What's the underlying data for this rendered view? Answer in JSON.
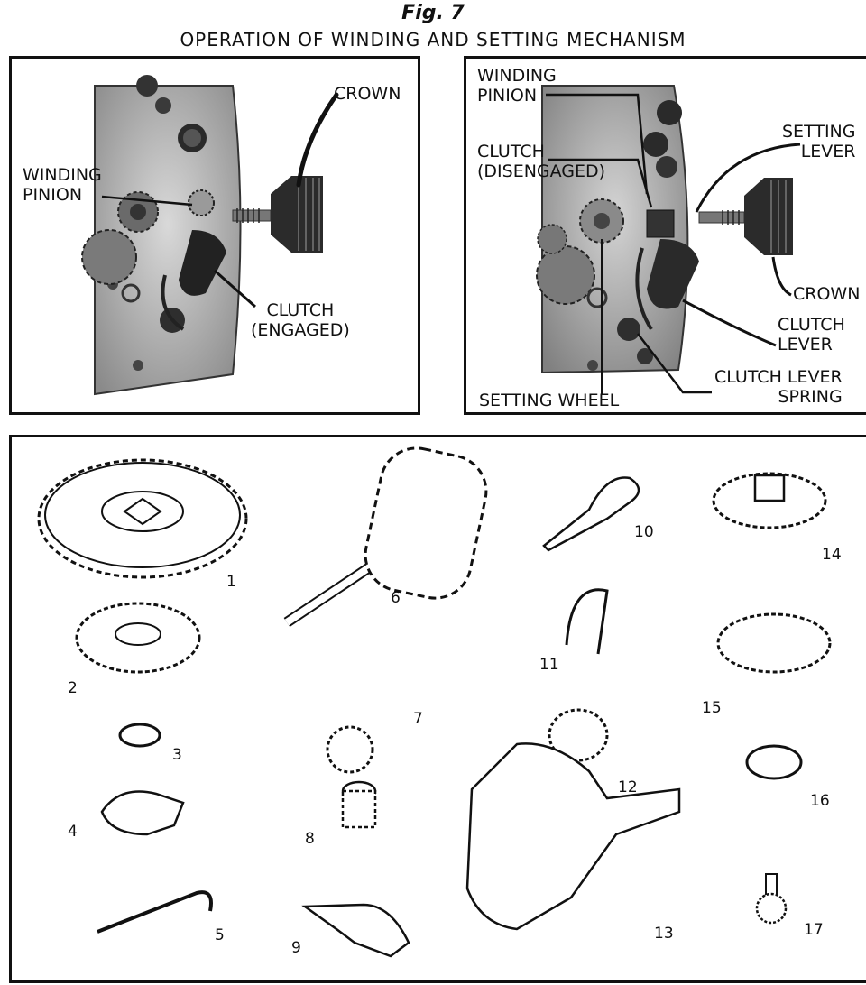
{
  "figure": {
    "number": "Fig. 7",
    "title": "OPERATION OF WINDING AND SETTING MECHANISM"
  },
  "left_panel": {
    "labels": {
      "crown": "CROWN",
      "winding_pinion": "WINDING\nPINION",
      "clutch": "CLUTCH\n(ENGAGED)"
    }
  },
  "right_panel": {
    "labels": {
      "winding_pinion": "WINDING\nPINION",
      "clutch": "CLUTCH\n(DISENGAGED)",
      "setting_lever": "SETTING\nLEVER",
      "crown": "CROWN",
      "clutch_lever": "CLUTCH\nLEVER",
      "clutch_lever_spring": "CLUTCH LEVER\nSPRING",
      "setting_wheel": "SETTING WHEEL"
    }
  },
  "parts": {
    "numbers": [
      "1",
      "2",
      "3",
      "4",
      "5",
      "6",
      "7",
      "8",
      "9",
      "10",
      "11",
      "12",
      "13",
      "14",
      "15",
      "16",
      "17"
    ]
  }
}
